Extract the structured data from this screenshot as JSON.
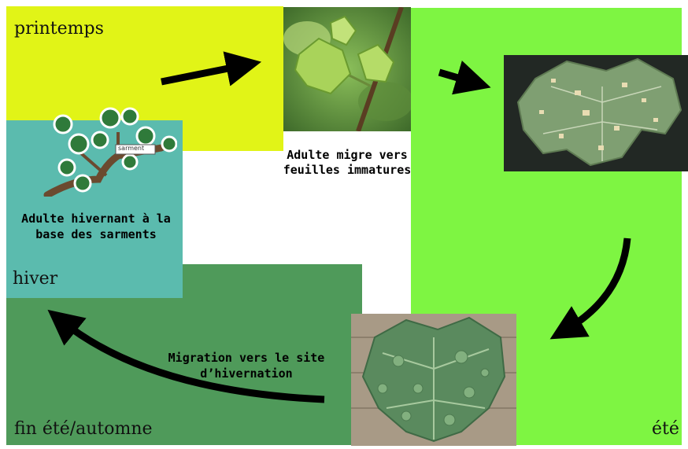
{
  "seasons": {
    "spring": "printemps",
    "summer": "été",
    "late_summer": "fin été/automne",
    "winter": "hiver"
  },
  "captions": {
    "spring_migration": "Adulte migre vers feuilles immatures",
    "overwintering": "Adulte hivernant à la base des sarments",
    "autumn_migration": "Migration vers le site d’hivernation"
  },
  "illustration_label": "sarment",
  "colors": {
    "spring": "#e1f417",
    "summer": "#7ef542",
    "late_summer": "#4f9a5a",
    "winter": "#5bbbae",
    "arrow": "#000000"
  }
}
